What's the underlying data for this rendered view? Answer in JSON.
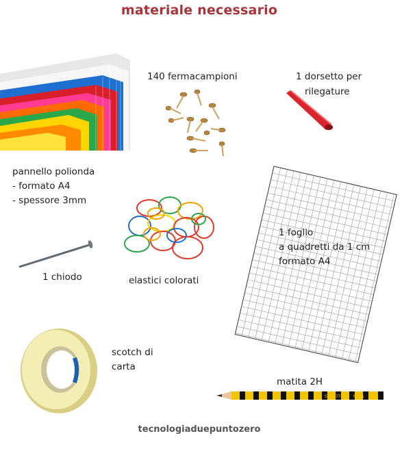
{
  "title": "materiale necessario",
  "items": {
    "polionda": {
      "lines": [
        "pannello polionda",
        "- formato A4",
        "- spessore 3mm"
      ]
    },
    "fermacampioni": {
      "label": "140 fermacampioni"
    },
    "dorsetto": {
      "lines": [
        "1 dorsetto per",
        "rilegature"
      ]
    },
    "chiodo": {
      "label": "1 chiodo"
    },
    "elastici": {
      "label": "elastici colorati"
    },
    "foglio": {
      "lines": [
        "1 foglio",
        "a quadretti da 1 cm",
        "formato A4"
      ]
    },
    "scotch": {
      "lines": [
        "scotch di",
        "carta"
      ]
    },
    "matita": {
      "label": "matita 2H",
      "brand": "STAEDTLER",
      "model": "Noris",
      "grade": "2H"
    }
  },
  "footer": "tecnologiaduepuntozero",
  "colors": {
    "title": "#a8343a",
    "polionda": [
      "#d81f2a",
      "#ff6a00",
      "#ffd500",
      "#2aa84a",
      "#1f6fd1",
      "#ff3b93",
      "#f5f5f5"
    ],
    "dorsetto": "#d9232d",
    "pencil_yellow": "#f2c400",
    "pencil_black": "#111111"
  }
}
